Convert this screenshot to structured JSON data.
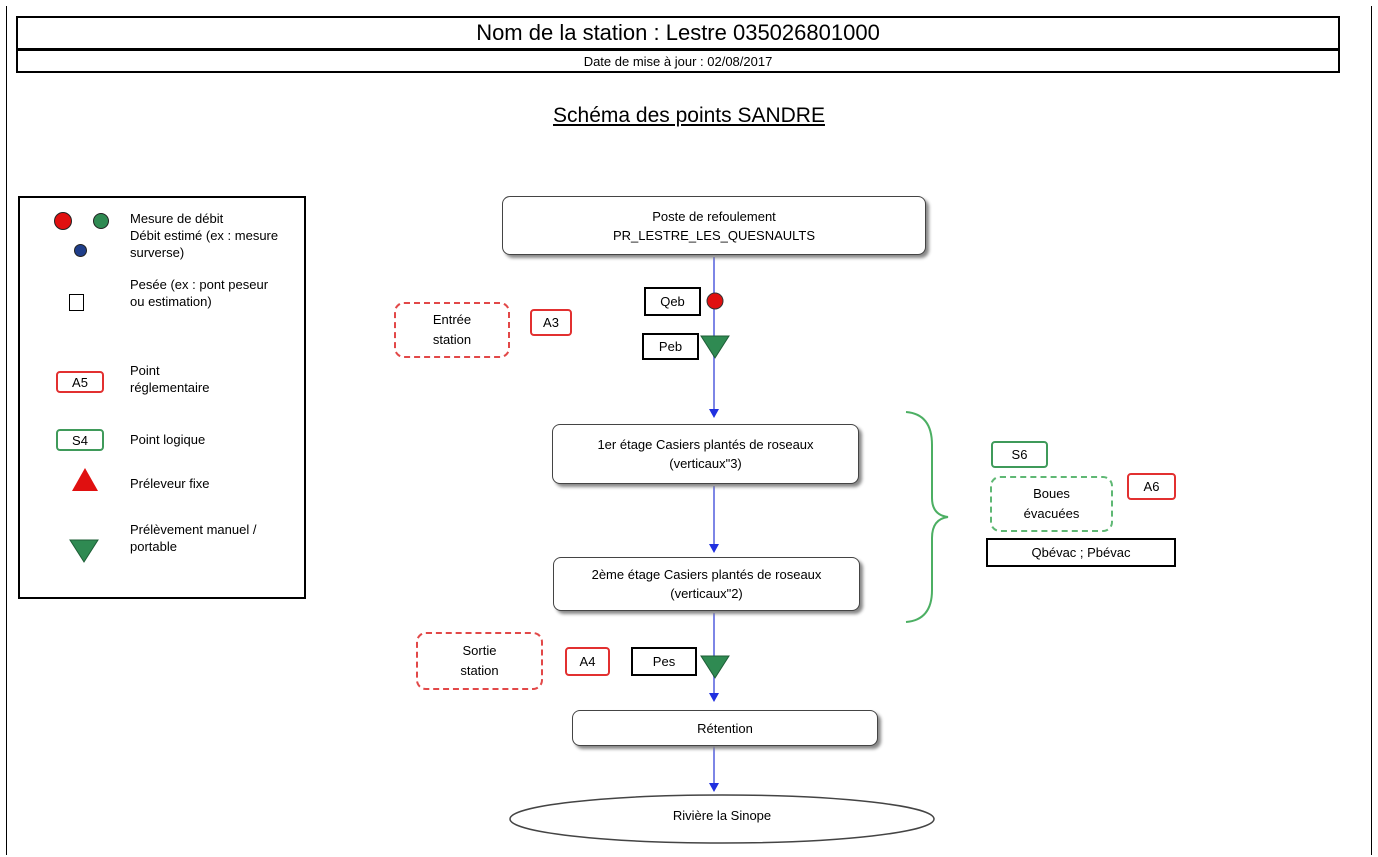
{
  "header": {
    "title": "Nom de la station : Lestre 035026801000",
    "date": "Date de mise à jour : 02/08/2017"
  },
  "diagram_title": "Schéma des points SANDRE",
  "legend": {
    "flow_measure": "Mesure de débit",
    "flow_estimated": "Débit estimé (ex : mesure surverse)",
    "weighing": "Pesée (ex : pont peseur ou estimation)",
    "regulatory_tag": "A5",
    "regulatory_label": "Point réglementaire",
    "logical_tag": "S4",
    "logical_label": "Point logique",
    "fixed_sampler": "Préleveur fixe",
    "manual_sampling": "Prélèvement manuel / portable",
    "colors": {
      "red": "#e01010",
      "green": "#2f8a52",
      "blue": "#1f3e8a"
    }
  },
  "flow": {
    "pump_station": "Poste de refoulement PR_LESTRE_LES_QUESNAULTS",
    "stage1": "1er étage Casiers plantés de roseaux (verticaux\"3)",
    "stage2": "2ème étage Casiers plantés de roseaux (verticaux\"2)",
    "retention": "Rétention",
    "river": "Rivière la Sinope"
  },
  "points": {
    "qeb": "Qeb",
    "peb": "Peb",
    "entry_label": "Entrée station",
    "a3": "A3",
    "exit_label": "Sortie station",
    "a4": "A4",
    "pes": "Pes",
    "s6": "S6",
    "sludge_label": "Boues évacuées",
    "a6": "A6",
    "sludge_meas": "Qbévac ; Pbévac"
  }
}
